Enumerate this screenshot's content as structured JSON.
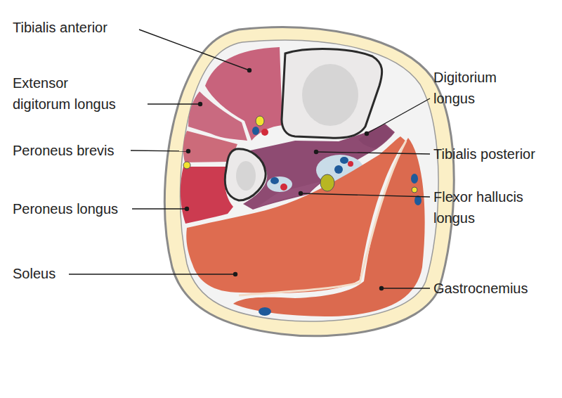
{
  "diagram": {
    "labels": [
      "Tibialis anterior",
      "Extensor digitorum longus",
      "Peroneus brevis",
      "Peroneus longus",
      "Soleus",
      "Digitorium longus",
      "Tibialis posterior",
      "Flexor hallucis longus",
      "Gastrocnemius"
    ]
  }
}
